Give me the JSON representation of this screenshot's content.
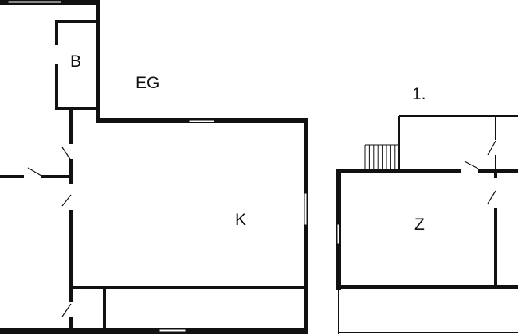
{
  "floor_plan": {
    "labels": {
      "ground_floor": "EG",
      "bath": "B",
      "kitchen": "K",
      "first_floor": "1.",
      "room": "Z"
    },
    "wall_color": "#111111",
    "background": "#ffffff"
  }
}
